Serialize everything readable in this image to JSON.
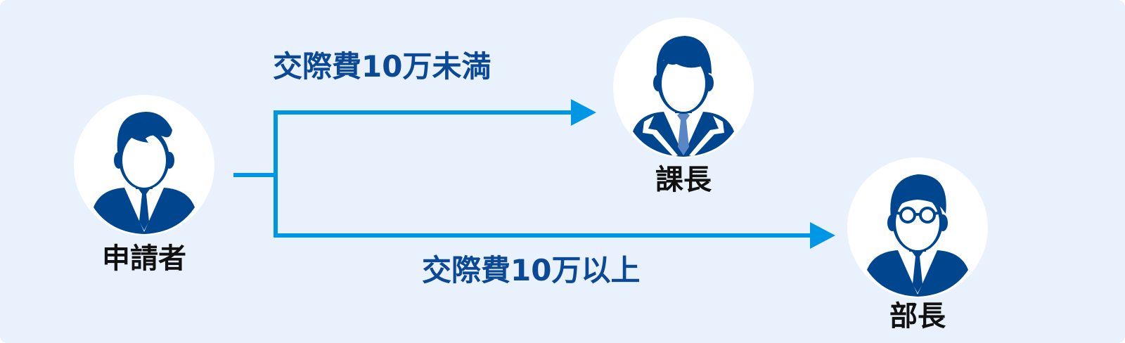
{
  "colors": {
    "background": "#e9f2fc",
    "connector": "#0096e6",
    "branch_label": "#0b4996",
    "person_fill": "#00468e",
    "tie_accent": "#5a86c4"
  },
  "applicant": {
    "label": "申請者",
    "icon": "businessman-icon"
  },
  "branches": [
    {
      "condition": "交際費10万未満",
      "approver": {
        "label": "課長",
        "icon": "section-chief-icon"
      }
    },
    {
      "condition": "交際費10万以上",
      "approver": {
        "label": "部長",
        "icon": "department-head-with-glasses-icon"
      }
    }
  ]
}
